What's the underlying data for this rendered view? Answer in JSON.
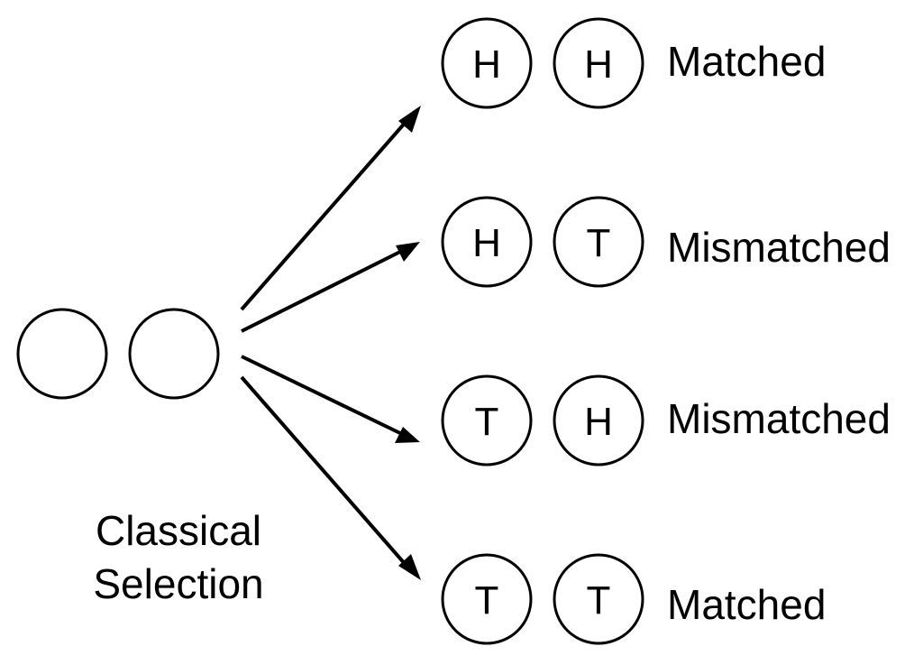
{
  "diagram": {
    "source_coins": [
      "",
      ""
    ],
    "caption_lines": [
      "Classical",
      "Selection"
    ],
    "outcomes": [
      {
        "coins": [
          "H",
          "H"
        ],
        "label": "Matched"
      },
      {
        "coins": [
          "H",
          "T"
        ],
        "label": "Mismatched"
      },
      {
        "coins": [
          "T",
          "H"
        ],
        "label": "Mismatched"
      },
      {
        "coins": [
          "T",
          "T"
        ],
        "label": "Matched"
      }
    ]
  }
}
